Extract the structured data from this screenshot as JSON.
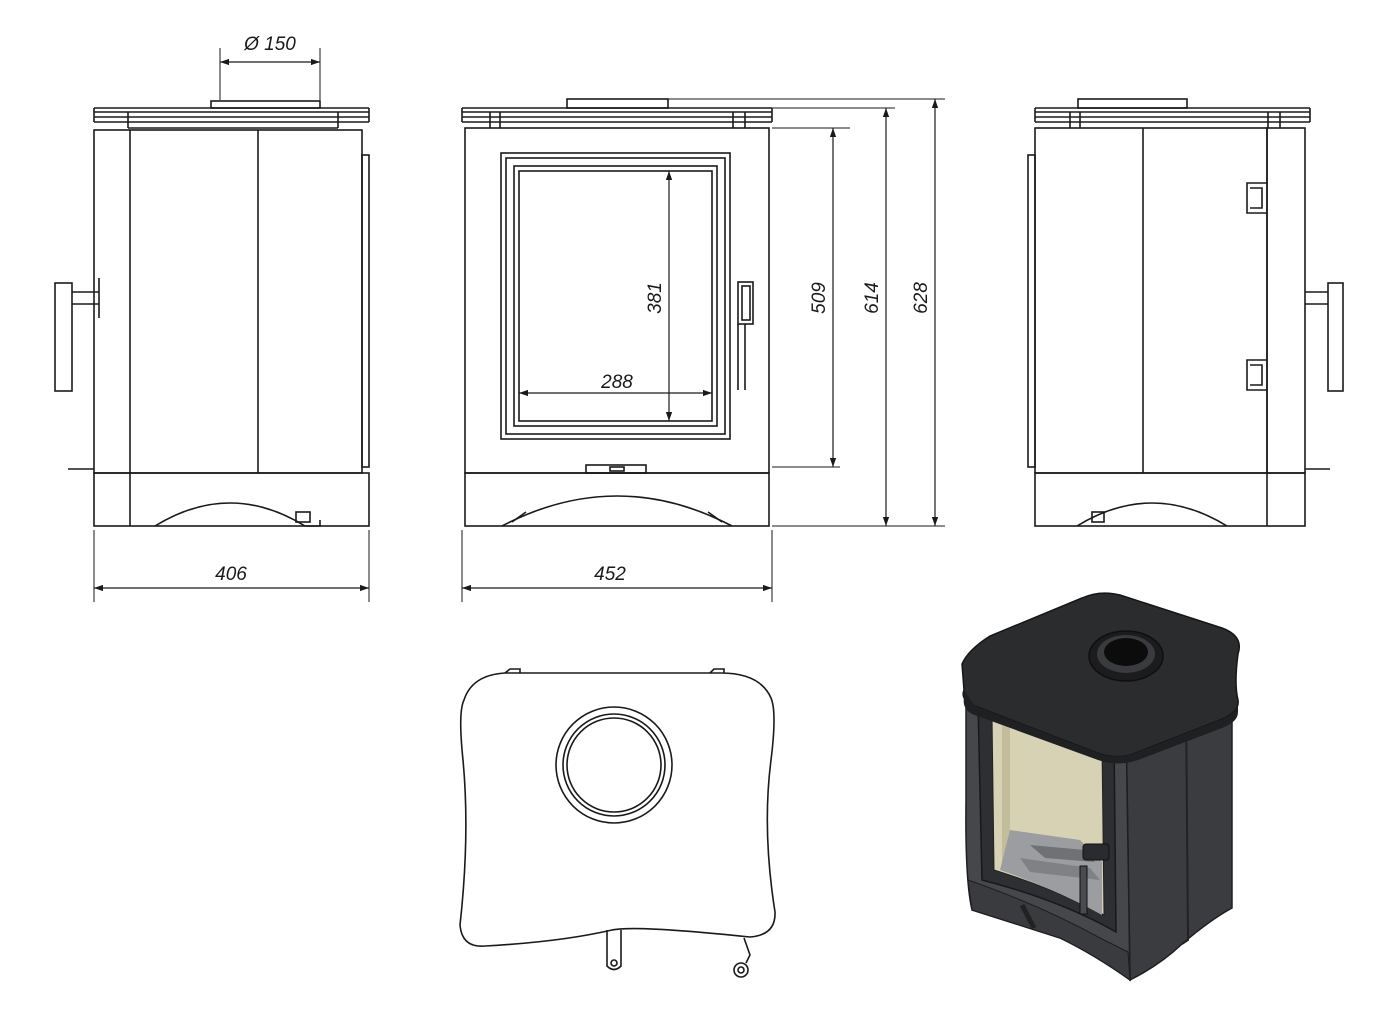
{
  "drawing": {
    "dimensions": {
      "flue_diameter": "Ø 150",
      "side_width": "406",
      "front_width": "452",
      "door_height": "509",
      "body_height": "614",
      "total_height": "628",
      "glass_height": "381",
      "glass_width": "288"
    },
    "colors": {
      "line": "#1a1a1a",
      "stove_body": "#3c3d40",
      "stove_top": "#2b2c2e",
      "firebox_glass": "#d8d2b4"
    }
  }
}
